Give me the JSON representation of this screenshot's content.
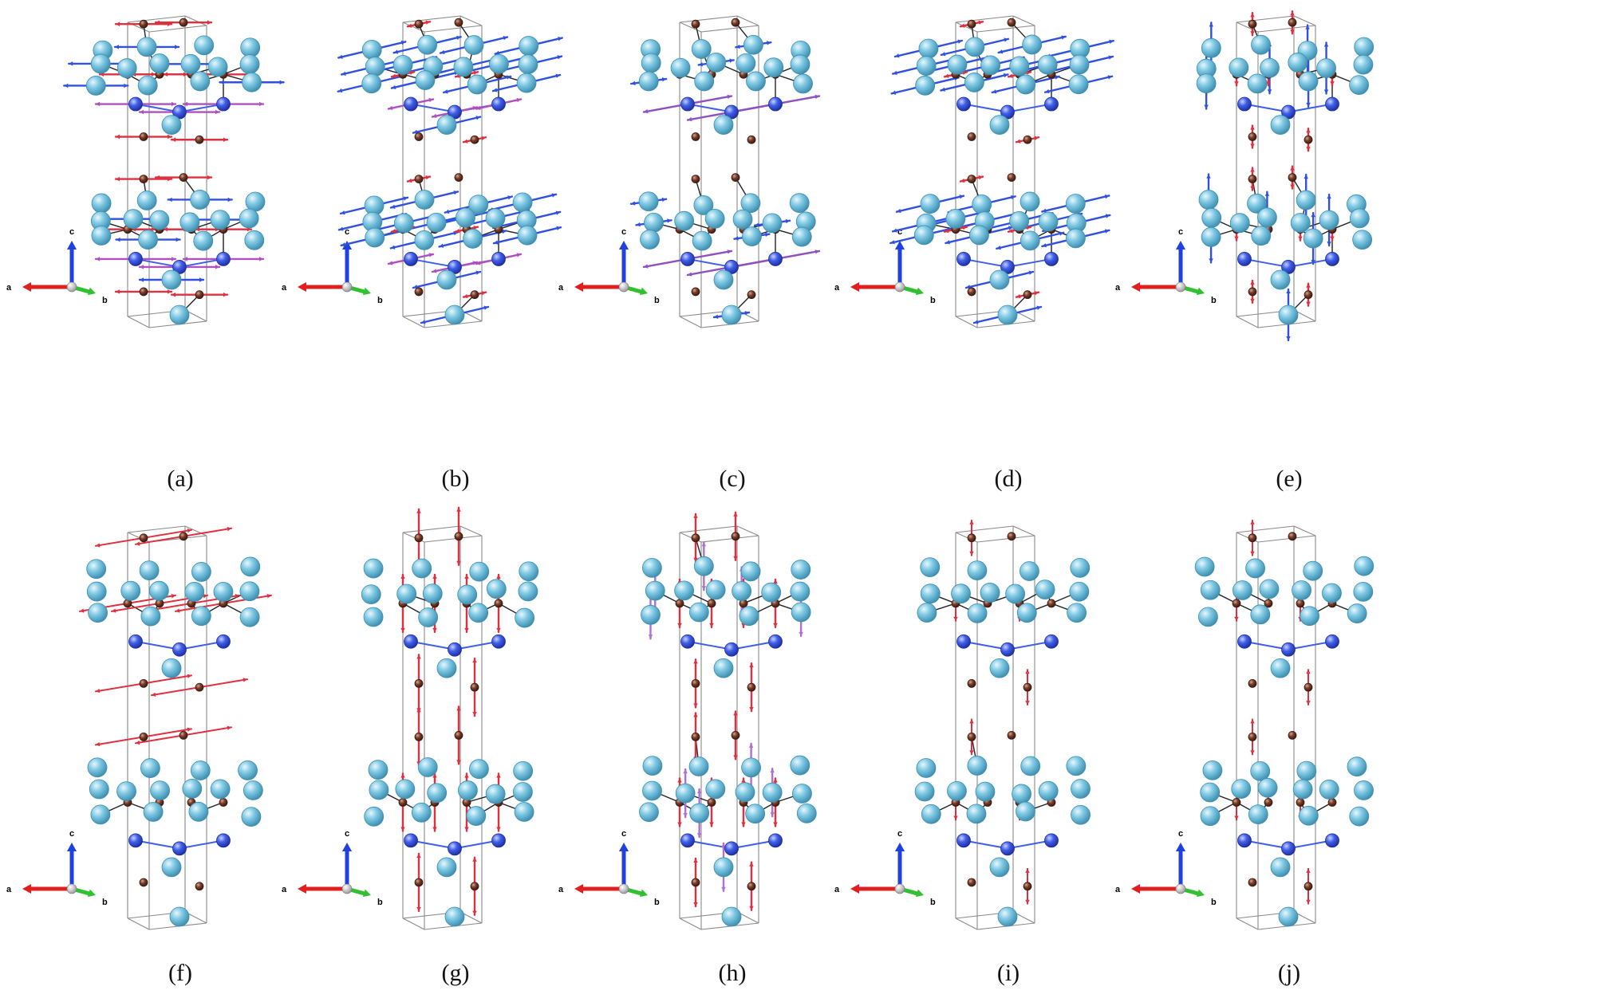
{
  "figure": {
    "panels": [
      {
        "id": "a",
        "label": "(a)",
        "mode": "mixed-horizontal",
        "vec_color": "#e03040",
        "vec_color2": "#3050e0",
        "lines": true
      },
      {
        "id": "b",
        "label": "(b)",
        "mode": "diagonal",
        "vec_color": "#e03040",
        "vec_color2": "#3050e0",
        "lines": false
      },
      {
        "id": "c",
        "label": "(c)",
        "mode": "layer-purple",
        "vec_color": "#9050c0",
        "vec_color2": "#3050e0",
        "lines": false
      },
      {
        "id": "d",
        "label": "(d)",
        "mode": "diagonal-top",
        "vec_color": "#e03040",
        "vec_color2": "#3050e0",
        "lines": false
      },
      {
        "id": "e",
        "label": "(e)",
        "mode": "vertical-blue",
        "vec_color": "#e03040",
        "vec_color2": "#3050e0",
        "lines": false
      },
      {
        "id": "f",
        "label": "(f)",
        "mode": "horizontal-red",
        "vec_color": "#e03040",
        "vec_color2": "#3050e0",
        "lines": false
      },
      {
        "id": "g",
        "label": "(g)",
        "mode": "vertical-red",
        "vec_color": "#e03040",
        "vec_color2": "#3050e0",
        "lines": false
      },
      {
        "id": "h",
        "label": "(h)",
        "mode": "vertical-mixed",
        "vec_color": "#e03040",
        "vec_color2": "#b070d0",
        "lines": false
      },
      {
        "id": "i",
        "label": "(i)",
        "mode": "vertical-short",
        "vec_color": "#e03040",
        "vec_color2": "#3050e0",
        "lines": false
      },
      {
        "id": "j",
        "label": "(j)",
        "mode": "vertical-short",
        "vec_color": "#e03040",
        "vec_color2": "#3050e0",
        "lines": false
      }
    ],
    "axes": {
      "a": "a",
      "b": "b",
      "c": "c"
    },
    "atom_colors": {
      "large": "#7ec8e3",
      "large_dark": "#3f8fb0",
      "medium": "#3f5fe8",
      "medium_dark": "#1f2fa0",
      "small": "#7a3e2a",
      "small_dark": "#3a1a10",
      "axis_a": "#e02020",
      "axis_b": "#30c030",
      "axis_c": "#2040e0",
      "axis_origin": "#c8c8c8"
    }
  }
}
